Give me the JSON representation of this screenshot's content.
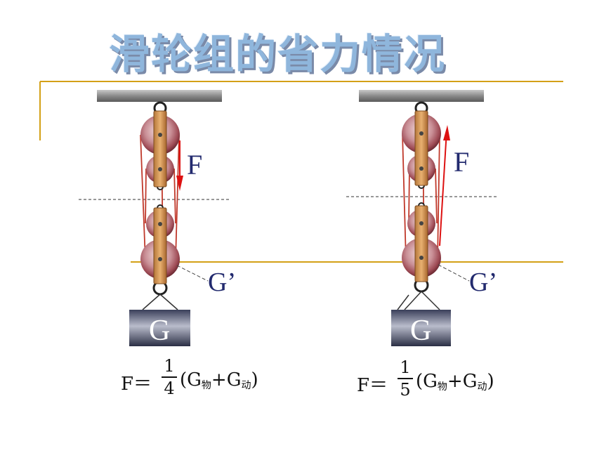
{
  "title": "滑轮组的省力情况",
  "diagrams": [
    {
      "force_label": "F",
      "weight_label": "G",
      "pulley_weight_label": "G’",
      "formula": {
        "lhs": "F＝",
        "numerator": "1",
        "denominator": "4",
        "rhs_open": "(G",
        "sub1": "物",
        "plus": "+G",
        "sub2": "动",
        "rhs_close": ")"
      }
    },
    {
      "force_label": "F",
      "weight_label": "G",
      "pulley_weight_label": "G’",
      "formula": {
        "lhs": "F＝",
        "numerator": "1",
        "denominator": "5",
        "rhs_open": "(G",
        "sub1": "物",
        "plus": "+G",
        "sub2": "动",
        "rhs_close": ")"
      }
    }
  ],
  "colors": {
    "accent_line": "#d4a017",
    "rope": "#c0392b",
    "title": "#8fb6dc"
  }
}
